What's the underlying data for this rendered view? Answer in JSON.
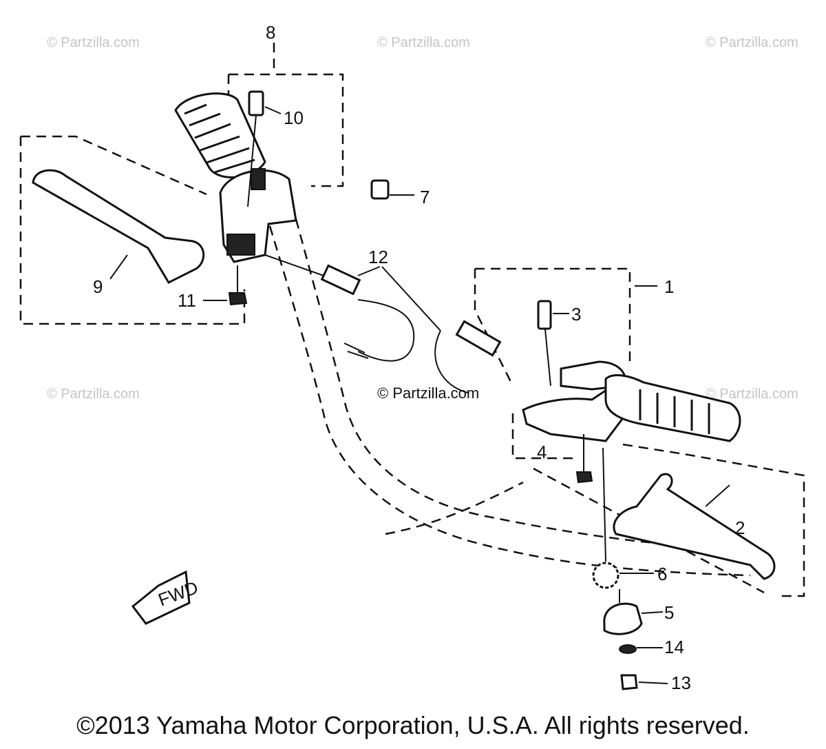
{
  "watermarks": {
    "top_left": "© Partzilla.com",
    "top_center": "© Partzilla.com",
    "top_right": "© Partzilla.com",
    "mid_left": "© Partzilla.com",
    "center": "© Partzilla.com",
    "mid_right": "© Partzilla.com"
  },
  "callouts": {
    "p1": "1",
    "p2": "2",
    "p3": "3",
    "p4": "4",
    "p5": "5",
    "p6": "6",
    "p7": "7",
    "p8": "8",
    "p9": "9",
    "p10": "10",
    "p11": "11",
    "p12": "12",
    "p13": "13",
    "p14": "14"
  },
  "fwd_badge": "FWD",
  "copyright": "©2013 Yamaha Motor Corporation, U.S.A. All rights reserved.",
  "colors": {
    "line": "#111111",
    "watermark": "#c4c4c4",
    "background": "#ffffff"
  }
}
